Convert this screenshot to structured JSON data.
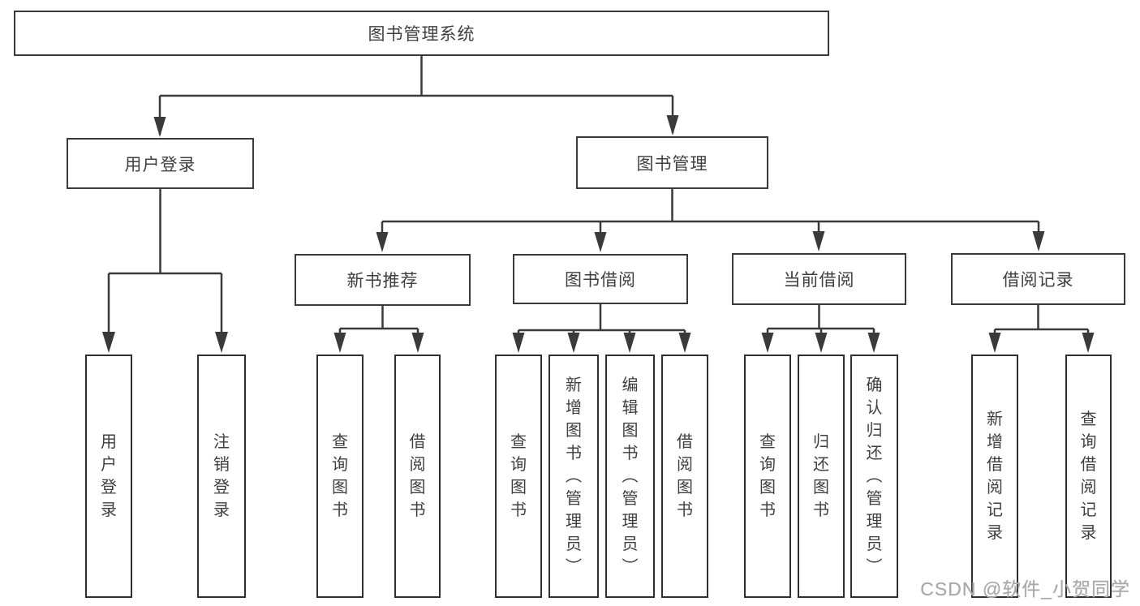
{
  "watermark": "CSDN @软件_小贺同学",
  "colors": {
    "line": "#3a3a3a",
    "box_border": "#3a3a3a",
    "text": "#3f3f3f",
    "watermark": "#a8a8a8",
    "background": "#ffffff"
  },
  "tree": {
    "label": "图书管理系统",
    "children": [
      {
        "label": "用户登录",
        "children": [
          {
            "label": "用户登录"
          },
          {
            "label": "注销登录"
          }
        ]
      },
      {
        "label": "图书管理",
        "children": [
          {
            "label": "新书推荐",
            "children": [
              {
                "label": "查询图书"
              },
              {
                "label": "借阅图书"
              }
            ]
          },
          {
            "label": "图书借阅",
            "children": [
              {
                "label": "查询图书"
              },
              {
                "label": "新增图书（管理员）"
              },
              {
                "label": "编辑图书（管理员）"
              },
              {
                "label": "借阅图书"
              }
            ]
          },
          {
            "label": "当前借阅",
            "children": [
              {
                "label": "查询图书"
              },
              {
                "label": "归还图书"
              },
              {
                "label": "确认归还（管理员）"
              }
            ]
          },
          {
            "label": "借阅记录",
            "children": [
              {
                "label": "新增借阅记录"
              },
              {
                "label": "查询借阅记录"
              }
            ]
          }
        ]
      }
    ]
  }
}
